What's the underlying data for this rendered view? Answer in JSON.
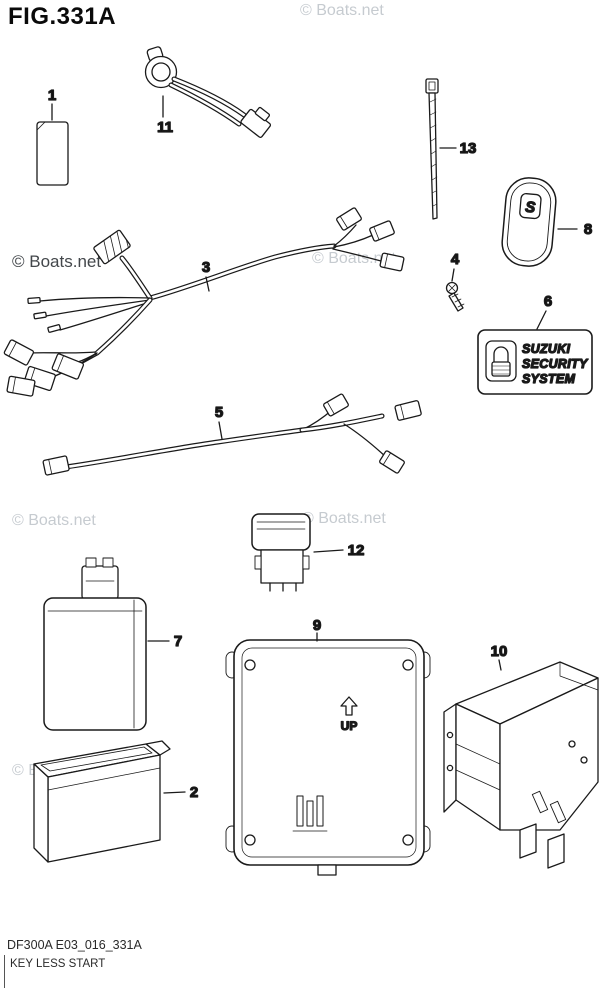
{
  "figure": {
    "title": "FIG.331A",
    "code": "DF300A E03_016_331A",
    "caption": "KEY LESS START"
  },
  "watermark": {
    "text": "© Boats.net"
  },
  "parts": [
    "1",
    "2",
    "3",
    "4",
    "5",
    "6",
    "7",
    "8",
    "9",
    "10",
    "11",
    "12",
    "13"
  ],
  "security_decal": {
    "line1": "SUZUKI",
    "line2": "SECURITY",
    "line3": "SYSTEM"
  },
  "key_fob": {
    "logo": "S"
  },
  "ecu": {
    "up_label": "UP"
  },
  "colors": {
    "background": "#ffffff",
    "line": "#1a1a1a",
    "watermark": "#c6cbd0",
    "watermark_dark": "#43474b",
    "text": "#111111"
  }
}
